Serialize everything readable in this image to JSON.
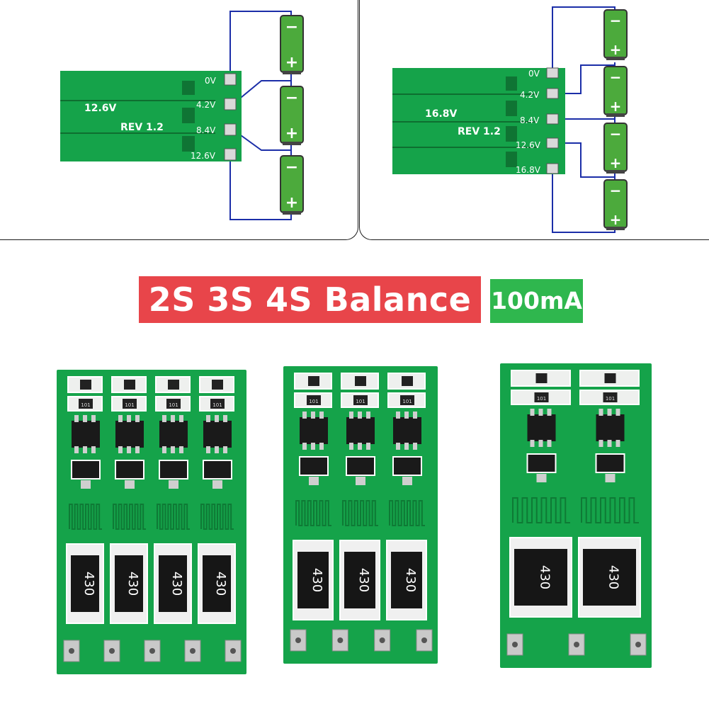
{
  "banner": {
    "title": "2S 3S 4S Balance",
    "current": "100mA",
    "title_color": "#e8454a",
    "current_color": "#2fb74e"
  },
  "diagram_3s": {
    "board_label": "12.6V",
    "revision": "REV 1.2",
    "pins": [
      "0V",
      "4.2V",
      "8.4V",
      "12.6V"
    ],
    "cells": 3
  },
  "diagram_4s": {
    "board_label": "16.8V",
    "revision": "REV 1.2",
    "pins": [
      "0V",
      "4.2V",
      "8.4V",
      "12.6V",
      "16.8V"
    ],
    "cells": 4
  },
  "battery": {
    "minus": "−",
    "plus": "+"
  },
  "boards": [
    {
      "channels": 4,
      "resistor_code": "430",
      "small_code": "101",
      "pads": 5
    },
    {
      "channels": 3,
      "resistor_code": "430",
      "small_code": "101",
      "pads": 4
    },
    {
      "channels": 2,
      "resistor_code": "430",
      "small_code": "101",
      "pads": 3
    }
  ],
  "colors": {
    "pcb": "#15a34a",
    "pcb_dark": "#0e7a35",
    "wire": "#1b2ea8",
    "battery": "#4caa3c"
  }
}
